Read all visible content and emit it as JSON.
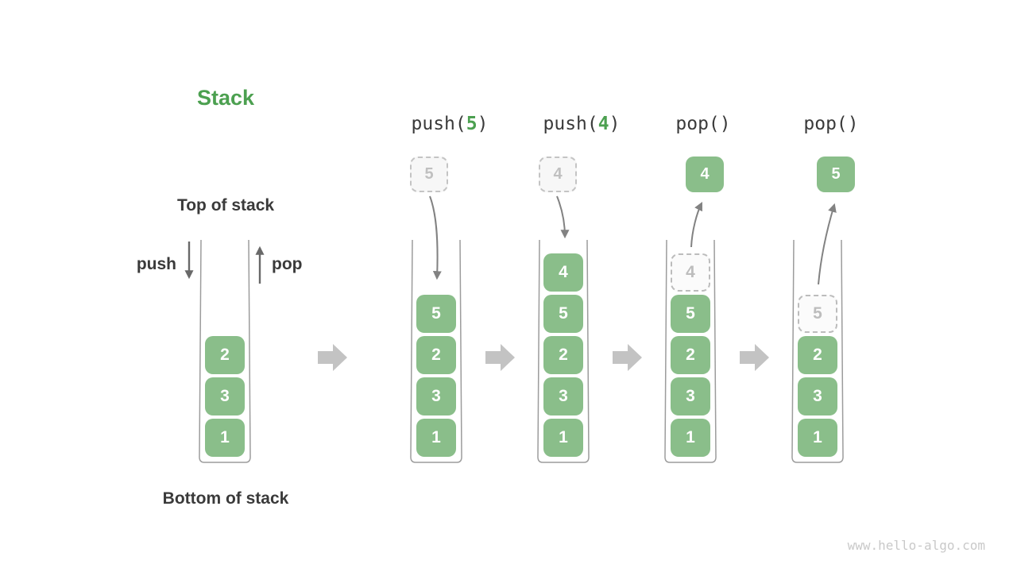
{
  "title": "Stack",
  "labels": {
    "top": "Top of stack",
    "bottom": "Bottom of stack",
    "push": "push",
    "pop": "pop"
  },
  "watermark": "www.hello-algo.com",
  "colors": {
    "cell_green": "#8abe8a",
    "accent_green": "#4ca050",
    "label_dark": "#3a3a3a",
    "arrow_gray": "#828282",
    "block_arrow_gray": "#c3c3c3",
    "ghost_gray": "#bdbdbd",
    "container_gray": "#9c9c9c",
    "watermark_gray": "#c9c9c9"
  },
  "states": [
    {
      "name": "initial",
      "cells": [
        {
          "value": "2"
        },
        {
          "value": "3"
        },
        {
          "value": "1"
        }
      ]
    },
    {
      "name": "after-push-5",
      "op": {
        "prefix": "push(",
        "arg": "5",
        "suffix": ")"
      },
      "arrow": "push",
      "float_box": {
        "value": "5",
        "style": "ghost"
      },
      "cells": [
        {
          "value": "5"
        },
        {
          "value": "2"
        },
        {
          "value": "3"
        },
        {
          "value": "1"
        }
      ]
    },
    {
      "name": "after-push-4",
      "op": {
        "prefix": "push(",
        "arg": "4",
        "suffix": ")"
      },
      "arrow": "push",
      "float_box": {
        "value": "4",
        "style": "ghost"
      },
      "cells": [
        {
          "value": "4"
        },
        {
          "value": "5"
        },
        {
          "value": "2"
        },
        {
          "value": "3"
        },
        {
          "value": "1"
        }
      ]
    },
    {
      "name": "after-first-pop",
      "op": {
        "prefix": "pop(",
        "arg": "",
        "suffix": ")"
      },
      "arrow": "pop",
      "float_box": {
        "value": "4",
        "style": "solid"
      },
      "cells": [
        {
          "value": "4",
          "ghost": true
        },
        {
          "value": "5"
        },
        {
          "value": "2"
        },
        {
          "value": "3"
        },
        {
          "value": "1"
        }
      ]
    },
    {
      "name": "after-second-pop",
      "op": {
        "prefix": "pop(",
        "arg": "",
        "suffix": ")"
      },
      "arrow": "pop",
      "float_box": {
        "value": "5",
        "style": "solid"
      },
      "cells": [
        {
          "value": "5",
          "ghost": true
        },
        {
          "value": "2"
        },
        {
          "value": "3"
        },
        {
          "value": "1"
        }
      ]
    }
  ]
}
